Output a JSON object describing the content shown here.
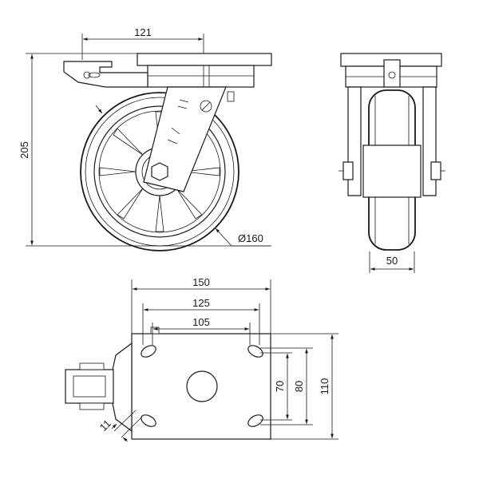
{
  "dimensions": {
    "side_view": {
      "horizontal_offset": "121",
      "overall_height": "205",
      "wheel_diameter": "Ø160"
    },
    "front_view": {
      "wheel_width": "50"
    },
    "top_view": {
      "plate_length": "150",
      "hole_spacing_outer": "125",
      "hole_spacing_inner": "105",
      "plate_width": "110",
      "hole_spacing_y_outer": "80",
      "hole_spacing_y_inner": "70",
      "slot_width": "11"
    }
  },
  "colors": {
    "line": "#1a1a1a",
    "fill_light": "#d9d9d9",
    "background": "#ffffff"
  }
}
